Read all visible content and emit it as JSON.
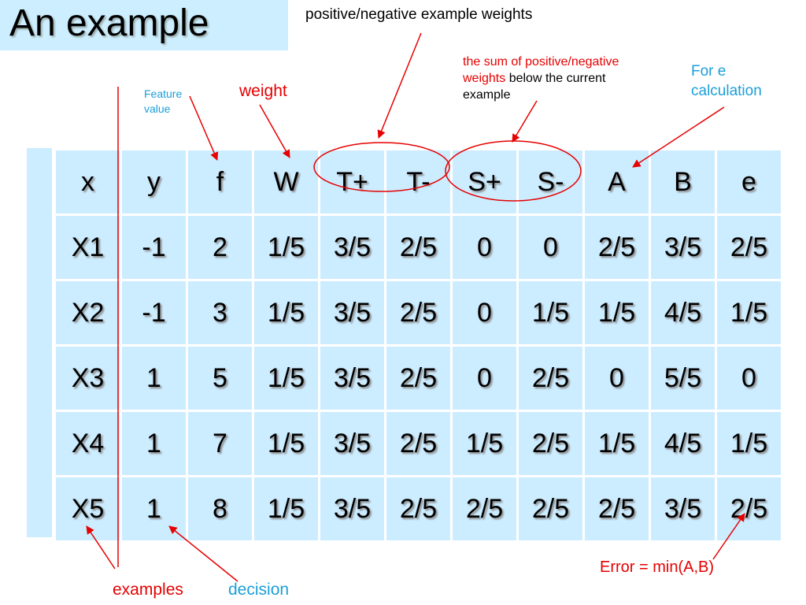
{
  "slide": {
    "title": "An example"
  },
  "annotations": {
    "pos_neg_weights": "positive/negative example weights",
    "sum_line1": "the sum of positive/negative",
    "sum_line2_red": "weights",
    "sum_line2_black": " below the current",
    "sum_line3": "example",
    "for_e_1": "For e",
    "for_e_2": "calculation",
    "feature_1": "Feature",
    "feature_2": "value",
    "weight": "weight",
    "error": "Error = min(A,B)",
    "examples": "examples",
    "decision": "decision"
  },
  "colors": {
    "red": "#e60000",
    "blue": "#1a9fd8",
    "cell": "#ccecff",
    "title_bg": "#cceeff"
  },
  "table": {
    "headers": [
      "x",
      "y",
      "f",
      "W",
      "T+",
      "T-",
      "S+",
      "S-",
      "A",
      "B",
      "e"
    ],
    "rows": [
      [
        "X1",
        "-1",
        "2",
        "1/5",
        "3/5",
        "2/5",
        "0",
        "0",
        "2/5",
        "3/5",
        "2/5"
      ],
      [
        "X2",
        "-1",
        "3",
        "1/5",
        "3/5",
        "2/5",
        "0",
        "1/5",
        "1/5",
        "4/5",
        "1/5"
      ],
      [
        "X3",
        "1",
        "5",
        "1/5",
        "3/5",
        "2/5",
        "0",
        "2/5",
        "0",
        "5/5",
        "0"
      ],
      [
        "X4",
        "1",
        "7",
        "1/5",
        "3/5",
        "2/5",
        "1/5",
        "2/5",
        "1/5",
        "4/5",
        "1/5"
      ],
      [
        "X5",
        "1",
        "8",
        "1/5",
        "3/5",
        "2/5",
        "2/5",
        "2/5",
        "2/5",
        "3/5",
        "2/5"
      ]
    ]
  }
}
